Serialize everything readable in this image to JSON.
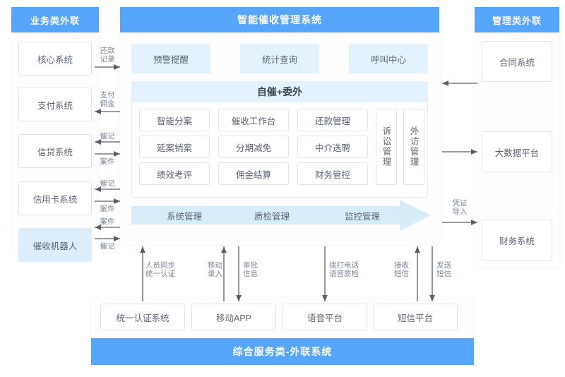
{
  "left_panel": {
    "header": "业务类外联",
    "items": [
      {
        "label": "核心系统",
        "highlight": false
      },
      {
        "label": "支付系统",
        "highlight": false
      },
      {
        "label": "信贷系统",
        "highlight": false
      },
      {
        "label": "信用卡系统",
        "highlight": false
      },
      {
        "label": "催收机器人",
        "highlight": true
      }
    ]
  },
  "center_panel": {
    "header": "智能催收管理系统",
    "top_modules": [
      "预警提醒",
      "统计查询",
      "呼叫中心"
    ],
    "section_title": "自催+委外",
    "grid": [
      [
        "智能分案",
        "催收工作台",
        "还款管理"
      ],
      [
        "延案销案",
        "分期减免",
        "中介选聘"
      ],
      [
        "绩效考评",
        "佣金结算",
        "财务管控"
      ]
    ],
    "side_modules": [
      "诉讼管理",
      "外访管理"
    ],
    "band_labels": [
      "系统管理",
      "质检管理",
      "监控管理"
    ]
  },
  "right_panel": {
    "header": "管理类外联",
    "items": [
      "合同系统",
      "大数据平台",
      "财务系统"
    ]
  },
  "bottom_panel": {
    "items": [
      "统一认证系统",
      "移动APP",
      "语音平台",
      "短信平台"
    ],
    "footer": "综合服务类-外联系统"
  },
  "connectors": {
    "left": [
      {
        "label": "还款\n记录",
        "direction": "right"
      },
      {
        "label": "支付\n佣金",
        "direction": "left"
      },
      {
        "label": "催记",
        "direction": "left"
      },
      {
        "label": "案件",
        "direction": "right"
      },
      {
        "label": "催记",
        "direction": "left"
      },
      {
        "label": "案件",
        "direction": "right"
      },
      {
        "label": "案件",
        "direction": "left"
      },
      {
        "label": "催记",
        "direction": "right"
      }
    ],
    "right": [
      {
        "label": "",
        "direction": "left"
      },
      {
        "label": "",
        "direction": "right"
      },
      {
        "label": "凭证\n导入",
        "direction": "right"
      }
    ],
    "bottom": [
      {
        "label": "人员同步\n统一认证",
        "direction": "up"
      },
      {
        "label": "移动\n录入",
        "direction": "up"
      },
      {
        "label": "审批\n信息",
        "direction": "down"
      },
      {
        "label": "拨打电话\n语音质检",
        "direction": "down"
      },
      {
        "label": "接收\n短信",
        "direction": "up"
      },
      {
        "label": "发送\n短信",
        "direction": "down"
      }
    ]
  },
  "colors": {
    "brand_blue": "#55a5fa",
    "pale_blue": "#e3f2fd",
    "band_blue": "#d6ecf9",
    "box_border": "#e2e5e8",
    "text_gray": "#5a6472"
  }
}
